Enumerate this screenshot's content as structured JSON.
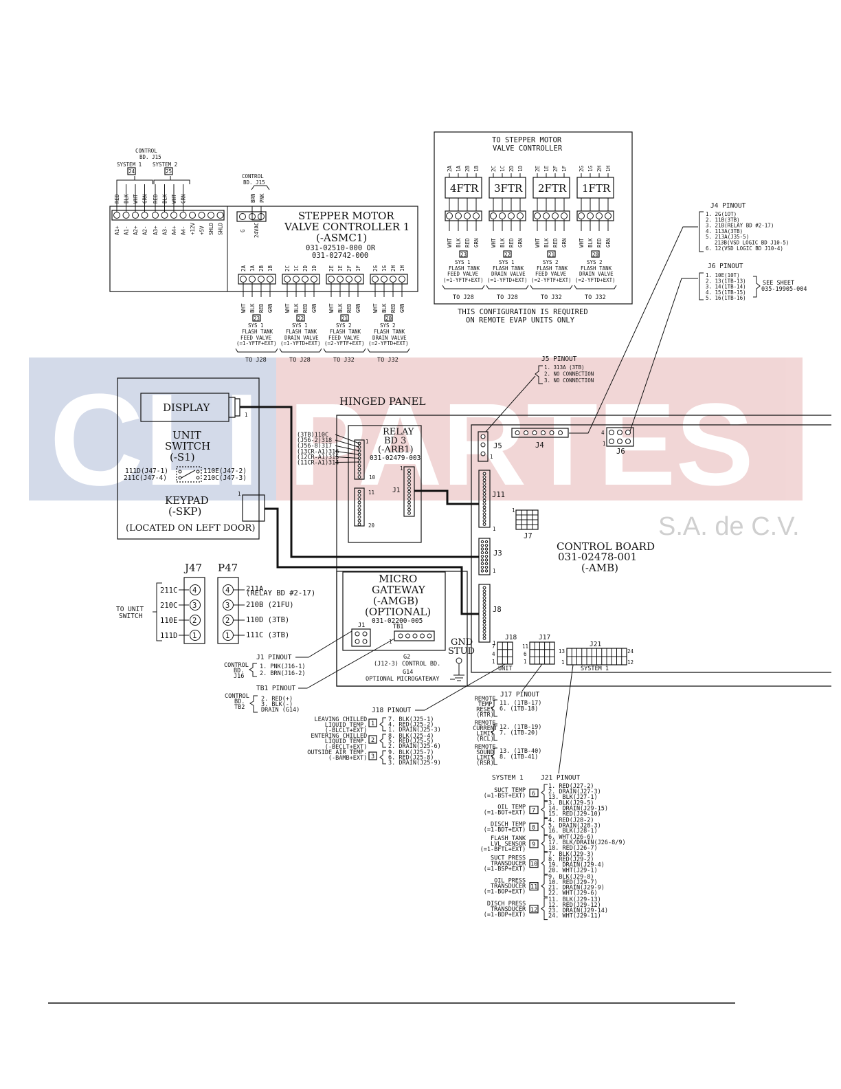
{
  "watermark": {
    "brand": "CLI PARTES",
    "left": "CLI",
    "right": "PARTES",
    "suffix": "S.A. de C.V.",
    "blue": "#3b5aa0",
    "red": "#c44a4a"
  },
  "asmc": {
    "title1": "STEPPER MOTOR",
    "title2": "VALVE CONTROLLER 1",
    "title3": "(-ASMC1)",
    "part1": "031-02510-000 OR",
    "part2": "031-02742-000",
    "control_label1": "CONTROL",
    "control_label2": "BD. J15",
    "sys1": "SYSTEM 1",
    "sys2": "SYSTEM 2",
    "sys1_num": "24",
    "sys2_num": "25",
    "wire_colors": [
      "RED",
      "BLK",
      "WHT",
      "GRN",
      "RED",
      "BLK",
      "WHT",
      "GRN"
    ],
    "terminals": [
      "A1+",
      "A1-",
      "A2+",
      "A2-",
      "A3+",
      "A3-",
      "A4+",
      "A4-",
      "+12V",
      "+5V",
      "SHLD",
      "SHLD"
    ],
    "ctrl2_label1": "CONTROL",
    "ctrl2_label2": "BD. J15",
    "pwr_wires": [
      "BRN",
      "PNK"
    ],
    "pwr_terms": [
      "G",
      "24VAC"
    ],
    "groups": [
      {
        "pins": [
          "2A",
          "1A",
          "2B",
          "1B"
        ],
        "num": "23",
        "d1": "SYS 1",
        "d2": "FLASH TANK",
        "d3": "FEED VALVE",
        "d4": "(=1-YFTF+EXT)",
        "to": "TO J28"
      },
      {
        "pins": [
          "2C",
          "1C",
          "2D",
          "1D"
        ],
        "num": "22",
        "d1": "SYS 1",
        "d2": "FLASH TANK",
        "d3": "DRAIN VALVE",
        "d4": "(=1-YFTD+EXT)",
        "to": "TO J28"
      },
      {
        "pins": [
          "2E",
          "1E",
          "2F",
          "1F"
        ],
        "num": "21",
        "d1": "SYS 2",
        "d2": "FLASH TANK",
        "d3": "FEED VALVE",
        "d4": "(=2-YFTF+EXT)",
        "to": "TO J32"
      },
      {
        "pins": [
          "2G",
          "1G",
          "2H",
          "1H"
        ],
        "num": "20",
        "d1": "SYS 2",
        "d2": "FLASH TANK",
        "d3": "DRAIN VALVE",
        "d4": "(=2-YFTD+EXT)",
        "to": "TO J32"
      }
    ],
    "group_wires": [
      "WHT",
      "BLK",
      "RED",
      "GRN"
    ]
  },
  "remote": {
    "title1": "TO STEPPER MOTOR",
    "title2": "VALVE CONTROLLER",
    "ftr": [
      "4FTR",
      "3FTR",
      "2FTR",
      "1FTR"
    ],
    "note1": "THIS CONFIGURATION IS REQUIRED",
    "note2": "ON REMOTE EVAP UNITS ONLY"
  },
  "j4": {
    "title": "J4 PINOUT",
    "lines": [
      "1. 2G(1OT)",
      "2. 11B(3TB)",
      "3. 21B(RELAY BD #2-17)",
      "4. 113A(3TB)",
      "5. 213A(J35-5)",
      "213B(VSD LOGIC BD J10-5)",
      "6. 12(VSD LOGIC BD J10-4)"
    ]
  },
  "j6": {
    "title": "J6 PINOUT",
    "lines": [
      "1. 10E(10T)",
      "2. 13(1TB-13)",
      "3. 14(1TB-14)",
      "4. 15(1TB-15)",
      "5. 16(1TB-16)"
    ],
    "see1": "SEE SHEET",
    "see2": "035-19905-004"
  },
  "j5": {
    "title": "J5 PINOUT",
    "lines": [
      "1. 313A (3TB)",
      "2. NO CONNECTION",
      "3. NO CONNECTION"
    ]
  },
  "left_panel": {
    "display": "DISPLAY",
    "us1": "UNIT",
    "us2": "SWITCH",
    "us3": "(-S1)",
    "sw_l1": "111D(J47-1)",
    "sw_l2": "211C(J47-4)",
    "sw_r1": "110E(J47-2)",
    "sw_r2": "210C(J47-3)",
    "kp1": "KEYPAD",
    "kp2": "(-SKP)",
    "kp3": "(LOCATED ON LEFT DOOR)"
  },
  "hinged_panel": "HINGED PANEL",
  "relay": {
    "t1": "RELAY",
    "t2": "BD 3",
    "t3": "(-ARB1)",
    "part": "031-02479-003",
    "wires": [
      "(3TB)110C",
      "(J56-2)318",
      "(J56-8)317",
      "(13CR-A1)316",
      "(12CR-A1)315",
      "(11CR-A1)314"
    ],
    "p1": "1",
    "p10": "10",
    "p11": "11",
    "p20": "20",
    "j1": "J1"
  },
  "control_board": {
    "t1": "CONTROL BOARD",
    "t2": "031-02478-001",
    "t3": "(-AMB)",
    "j5": "J5",
    "j4": "J4",
    "j6": "J6",
    "j11": "J11",
    "j7": "J7",
    "j3": "J3",
    "j8": "J8",
    "j18": "J18",
    "j17": "J17",
    "j21": "J21",
    "unit": "UNIT",
    "system1": "SYSTEM 1",
    "n1": "1",
    "n4": "4",
    "n7": "7",
    "n6": "6",
    "n11": "11",
    "n12": "12",
    "n13": "13",
    "n24": "24"
  },
  "gateway": {
    "t1": "MICRO",
    "t2": "GATEWAY",
    "t3": "(-AMGB)",
    "t4": "(OPTIONAL)",
    "part": "031-02200-005",
    "j1": "J1",
    "tb1": "TB1",
    "gnd1": "GND",
    "gnd2": "STUD",
    "g2": "G2",
    "g2b": "(J12-3) CONTROL BD.",
    "g14": "G14",
    "g14b": "OPTIONAL MICROGATEWAY"
  },
  "j47": {
    "j47": "J47",
    "p47": "P47",
    "left": [
      "211C",
      "210C",
      "110E",
      "111D"
    ],
    "right": [
      "211A",
      "210B (21FU)",
      "110D (3TB)",
      "111C (3TB)"
    ],
    "relay_note": "(RELAY BD #2-17)",
    "pins": [
      "4",
      "3",
      "2",
      "1"
    ],
    "to1": "TO UNIT",
    "to2": "SWITCH"
  },
  "j1_pinout": {
    "title": "J1 PINOUT",
    "ctrl": [
      "CONTROL",
      "BD.",
      "J16"
    ],
    "lines": [
      "1. PNK(J16-1)",
      "2. BRN(J16-2)"
    ]
  },
  "tb1_pinout": {
    "title": "TB1 PINOUT",
    "ctrl": [
      "CONTROL",
      "BD.",
      "TB2"
    ],
    "lines": [
      "2. RED(+)",
      "3. BLK(-)",
      "DRAIN (G14)"
    ]
  },
  "j18_pinout": {
    "title": "J18 PINOUT",
    "sensors": [
      {
        "n1": "LEAVING CHILLED",
        "n2": "LIQUID TEMP.",
        "n3": "(-BLCLT+EXT)",
        "num": "1",
        "pins": [
          "7. BLK(J25-1)",
          "4. RED(J25-2)",
          "1. DRAIN(J25-3)"
        ]
      },
      {
        "n1": "ENTERING CHILLED",
        "n2": "LIQUID TEMP.",
        "n3": "(-BECLT+EXT)",
        "num": "2",
        "pins": [
          "8. BLK(J25-4)",
          "5. RED(J25-5)",
          "2. DRAIN(J25-6)"
        ]
      },
      {
        "n1": "OUTSIDE AIR TEMP.",
        "n2": "(-BAMB+EXT)",
        "n3": "",
        "num": "3",
        "pins": [
          "9. BLK(J25-7)",
          "6. RED(J25-8)",
          "3. DRAIN(J25-9)"
        ]
      }
    ]
  },
  "j17_pinout": {
    "title": "J17 PINOUT",
    "items": [
      {
        "n": [
          "REMOTE",
          "TEMP",
          "RESET",
          "(RTR)"
        ],
        "pins": [
          "11. (1TB-17)",
          "6. (1TB-18)"
        ]
      },
      {
        "n": [
          "REMOTE",
          "CURRENT",
          "LIMIT",
          "(RCL)"
        ],
        "pins": [
          "12. (1TB-19)",
          "7. (1TB-20)"
        ]
      },
      {
        "n": [
          "REMOTE",
          "SOUND",
          "LIMIT",
          "(RSR)"
        ],
        "pins": [
          "13. (1TB-40)",
          "8. (1TB-41)"
        ]
      }
    ]
  },
  "j21_pinout": {
    "system": "SYSTEM 1",
    "title": "J21 PINOUT",
    "items": [
      {
        "n": [
          "SUCT TEMP",
          "(=1-BST+EXT)"
        ],
        "num": "6",
        "pins": [
          "1. RED(J27-2)",
          "2. DRAIN(J27-3)",
          "13. BLK(J27-1)"
        ]
      },
      {
        "n": [
          "OIL TEMP",
          "(=1-BOT+EXT)"
        ],
        "num": "7",
        "pins": [
          "3. BLK(J29-5)",
          "14. DRAIN(J29-15)",
          "15. RED(J29-10)"
        ]
      },
      {
        "n": [
          "DISCH TEMP",
          "(=1-BDT+EXT)"
        ],
        "num": "8",
        "pins": [
          "4. RED(J28-2)",
          "5. DRAIN(J28-3)",
          "16. BLK(J28-1)"
        ]
      },
      {
        "n": [
          "FLASH TANK",
          "LVL SENSOR",
          "(=1-BFTL+EXT)"
        ],
        "num": "9",
        "pins": [
          "6. WHT(J26-6)",
          "17. BLK/DRAIN(J26-8/9)",
          "18. RED(J26-7)"
        ]
      },
      {
        "n": [
          "SUCT PRESS",
          "TRANSDUCER",
          "(=1-BSP+EXT)"
        ],
        "num": "10",
        "pins": [
          "7. BLK(J29-3)",
          "8. RED(J29-2)",
          "19. DRAIN(J29-4)",
          "20. WHT(J29-1)"
        ]
      },
      {
        "n": [
          "OIL PRESS",
          "TRANSDUCER",
          "(=1-BOP+EXT)"
        ],
        "num": "11",
        "pins": [
          "9. BLK(J29-8)",
          "10. RED(J29-7)",
          "21. DRAIN(J29-9)",
          "22. WHT(J29-6)"
        ]
      },
      {
        "n": [
          "DISCH PRESS",
          "TRANSDUCER",
          "(=1-BDP+EXT)"
        ],
        "num": "12",
        "pins": [
          "11. BLK(J29-13)",
          "12. RED(J29-12)",
          "23. DRAIN(J29-14)",
          "24. WHT(J29-11)"
        ]
      }
    ]
  }
}
